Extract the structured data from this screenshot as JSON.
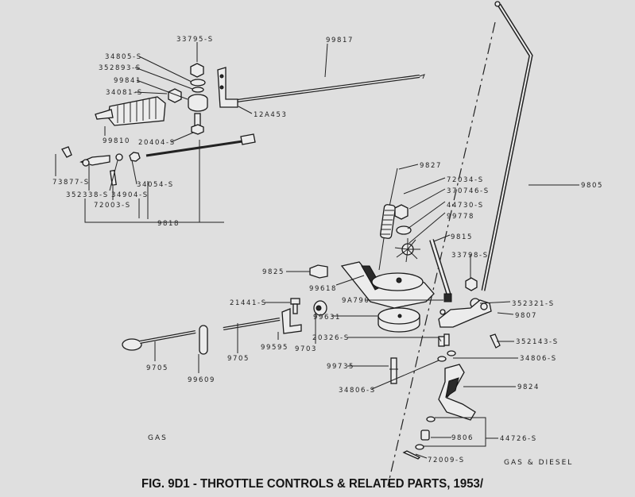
{
  "figure": {
    "title": "FIG. 9D1 - THROTTLE CONTROLS & RELATED PARTS, 1953/",
    "section_left": "GAS",
    "section_right": "GAS & DIESEL"
  },
  "parts": {
    "p33795s": "33795-S",
    "p34805s": "34805-S",
    "p352893s": "352893-S",
    "p99841": "99841",
    "p34081s": "34081-S",
    "p99810": "99810",
    "p20404s": "20404-S",
    "p12a453": "12A453",
    "p99817": "99817",
    "p73877s": "73877-S",
    "p34054s": "34054-S",
    "p352338s": "352338-S",
    "p34904s": "34904-S",
    "p72003s": "72003-S",
    "p9818": "9818",
    "p9827": "9827",
    "p72034s": "72034-S",
    "p370746s": "370746-S",
    "p44730s": "44730-S",
    "p99778": "99778",
    "p9815": "9815",
    "p33798s": "33798-S",
    "p9825": "9825",
    "p99618": "99618",
    "p9a790": "9A790",
    "p352321s": "352321-S",
    "p9807": "9807",
    "p99631": "99631",
    "p21441s": "21441-S",
    "p99595": "99595",
    "p9703": "9703",
    "p9705a": "9705",
    "p9705b": "9705",
    "p99609": "99609",
    "p20326s": "20326-S",
    "p352143s": "352143-S",
    "p34806sa": "34806-S",
    "p99735": "99735",
    "p34806sb": "34806-S",
    "p9824": "9824",
    "p9805": "9805",
    "p9806": "9806",
    "p44726s": "44726-S",
    "p72009s": "72009-S"
  }
}
